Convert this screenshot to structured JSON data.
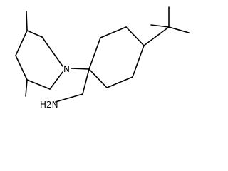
{
  "molecule": {
    "atoms": [
      {
        "id": "N",
        "label": "N",
        "ring": "piperidine"
      },
      {
        "id": "NH2",
        "label": "H2N",
        "group": "aminomethyl"
      }
    ],
    "groups": [
      "piperidine",
      "3,5-dimethyl",
      "cyclohexane",
      "tert-butyl",
      "aminomethyl"
    ]
  },
  "colors": {
    "bond": "#000000",
    "background": "#ffffff"
  }
}
